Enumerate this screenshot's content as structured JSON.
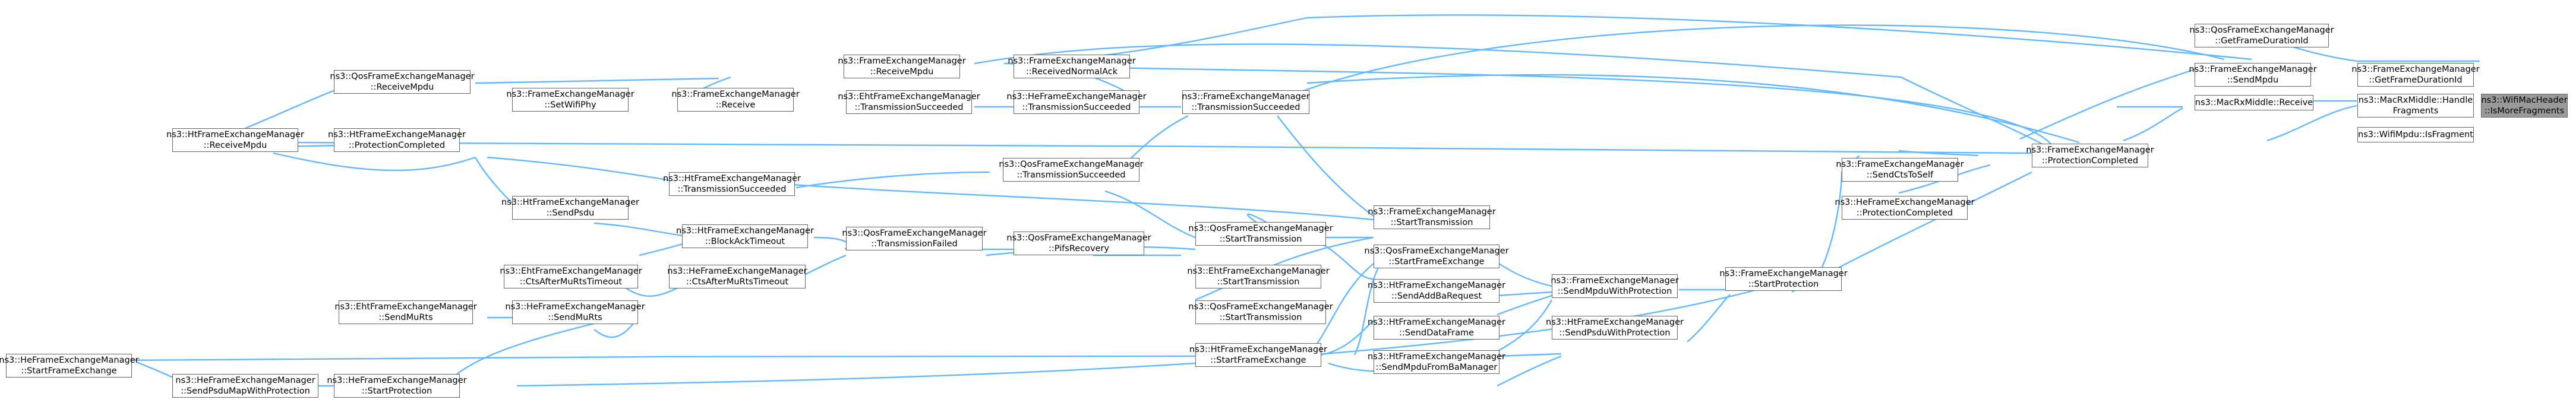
{
  "graph": {
    "edge_color": "#63b8ff",
    "node_border_color": "#666666",
    "highlight_fill": "#999999",
    "nodes": [
      {
        "id": "root",
        "lines": [
          "ns3::WifiMacHeader",
          "::IsMoreFragments"
        ]
      },
      {
        "id": "get_frame_duration_id",
        "lines": [
          "ns3::FrameExchangeManager",
          "::GetFrameDurationId"
        ]
      },
      {
        "id": "qos_get_frame_duration_id",
        "lines": [
          "ns3::QosFrameExchangeManager",
          "::GetFrameDurationId"
        ]
      },
      {
        "id": "send_mpdu",
        "lines": [
          "ns3::FrameExchangeManager",
          "::SendMpdu"
        ]
      },
      {
        "id": "mac_rx_middle_receive",
        "lines": [
          "ns3::MacRxMiddle::Receive"
        ]
      },
      {
        "id": "mac_rx_middle_handle_fragments",
        "lines": [
          "ns3::MacRxMiddle::Handle",
          "Fragments"
        ]
      },
      {
        "id": "wifi_mpdu_is_fragment",
        "lines": [
          "ns3::WifiMpdu::IsFragment"
        ]
      },
      {
        "id": "fem_protection_completed",
        "lines": [
          "ns3::FrameExchangeManager",
          "::ProtectionCompleted"
        ]
      },
      {
        "id": "fem_send_cts_to_self",
        "lines": [
          "ns3::FrameExchangeManager",
          "::SendCtsToSelf"
        ]
      },
      {
        "id": "he_protection_completed",
        "lines": [
          "ns3::HeFrameExchangeManager",
          "::ProtectionCompleted"
        ]
      },
      {
        "id": "fem_start_protection",
        "lines": [
          "ns3::FrameExchangeManager",
          "::StartProtection"
        ]
      },
      {
        "id": "ht_send_mpdu_with_protection",
        "lines": [
          "ns3::FrameExchangeManager",
          "::SendMpduWithProtection"
        ]
      },
      {
        "id": "ht_send_psdu_with_protection",
        "lines": [
          "ns3::HtFrameExchangeManager",
          "::SendPsduWithProtection"
        ]
      },
      {
        "id": "fem_transmission_succeeded",
        "lines": [
          "ns3::FrameExchangeManager",
          "::TransmissionSucceeded"
        ]
      },
      {
        "id": "fem_start_transmission",
        "lines": [
          "ns3::FrameExchangeManager",
          "::StartTransmission"
        ]
      },
      {
        "id": "qos_start_frame_exchange",
        "lines": [
          "ns3::QosFrameExchangeManager",
          "::StartFrameExchange"
        ]
      },
      {
        "id": "ht_send_add_ba_request",
        "lines": [
          "ns3::HtFrameExchangeManager",
          "::SendAddBaRequest"
        ]
      },
      {
        "id": "ht_send_data_frame",
        "lines": [
          "ns3::HtFrameExchangeManager",
          "::SendDataFrame"
        ]
      },
      {
        "id": "ht_send_mpdu_from_ba_manager",
        "lines": [
          "ns3::HtFrameExchangeManager",
          "::SendMpduFromBaManager"
        ]
      },
      {
        "id": "fem_receive_mpdu",
        "lines": [
          "ns3::FrameExchangeManager",
          "::ReceiveMpdu"
        ]
      },
      {
        "id": "fem_received_normal_ack",
        "lines": [
          "ns3::FrameExchangeManager",
          "::ReceivedNormalAck"
        ]
      },
      {
        "id": "he_transmission_succeeded",
        "lines": [
          "ns3::HeFrameExchangeManager",
          "::TransmissionSucceeded"
        ]
      },
      {
        "id": "qos_transmission_succeeded",
        "lines": [
          "ns3::QosFrameExchangeManager",
          "::TransmissionSucceeded"
        ]
      },
      {
        "id": "qos_start_transmission",
        "lines": [
          "ns3::QosFrameExchangeManager",
          "::StartTransmission"
        ]
      },
      {
        "id": "eht_start_transmission",
        "lines": [
          "ns3::EhtFrameExchangeManager",
          "::StartTransmission"
        ]
      },
      {
        "id": "qos_start_transmission_2",
        "lines": [
          "ns3::QosFrameExchangeManager",
          "::StartTransmission"
        ]
      },
      {
        "id": "ht_start_frame_exchange",
        "lines": [
          "ns3::HtFrameExchangeManager",
          "::StartFrameExchange"
        ]
      },
      {
        "id": "qos_receive_mpdu",
        "lines": [
          "ns3::QosFrameExchangeManager",
          "::ReceiveMpdu"
        ]
      },
      {
        "id": "fem_receive",
        "lines": [
          "ns3::FrameExchangeManager",
          "::Receive"
        ]
      },
      {
        "id": "fem_set_wifi_phy",
        "lines": [
          "ns3::FrameExchangeManager",
          "::SetWifiPhy"
        ]
      },
      {
        "id": "eht_transmission_succeeded",
        "lines": [
          "ns3::EhtFrameExchangeManager",
          "::TransmissionSucceeded"
        ]
      },
      {
        "id": "qos_transmission_failed",
        "lines": [
          "ns3::QosFrameExchangeManager",
          "::TransmissionFailed"
        ]
      },
      {
        "id": "qos_pifs_recovery",
        "lines": [
          "ns3::QosFrameExchangeManager",
          "::PifsRecovery"
        ]
      },
      {
        "id": "ht_transmission_succeeded",
        "lines": [
          "ns3::HtFrameExchangeManager",
          "::TransmissionSucceeded"
        ]
      },
      {
        "id": "ht_block_ack_timeout",
        "lines": [
          "ns3::HtFrameExchangeManager",
          "::BlockAckTimeout"
        ]
      },
      {
        "id": "he_cts_after_mu_rts_timeout",
        "lines": [
          "ns3::HeFrameExchangeManager",
          "::CtsAfterMuRtsTimeout"
        ]
      },
      {
        "id": "ht_protection_completed",
        "lines": [
          "ns3::HtFrameExchangeManager",
          "::ProtectionCompleted"
        ]
      },
      {
        "id": "ht_send_psdu",
        "lines": [
          "ns3::HtFrameExchangeManager",
          "::SendPsdu"
        ]
      },
      {
        "id": "eht_cts_after_mu_rts_timeout",
        "lines": [
          "ns3::EhtFrameExchangeManager",
          "::CtsAfterMuRtsTimeout"
        ]
      },
      {
        "id": "he_send_mu_rts",
        "lines": [
          "ns3::HeFrameExchangeManager",
          "::SendMuRts"
        ]
      },
      {
        "id": "eht_send_mu_rts",
        "lines": [
          "ns3::EhtFrameExchangeManager",
          "::SendMuRts"
        ]
      },
      {
        "id": "he_start_protection",
        "lines": [
          "ns3::HeFrameExchangeManager",
          "::StartProtection"
        ]
      },
      {
        "id": "ht_receive_mpdu",
        "lines": [
          "ns3::HtFrameExchangeManager",
          "::ReceiveMpdu"
        ]
      },
      {
        "id": "he_start_frame_exchange",
        "lines": [
          "ns3::HeFrameExchangeManager",
          "::StartFrameExchange"
        ]
      },
      {
        "id": "he_send_psdu_map_with_protection",
        "lines": [
          "ns3::HeFrameExchangeManager",
          "::SendPsduMapWithProtection"
        ]
      }
    ]
  }
}
